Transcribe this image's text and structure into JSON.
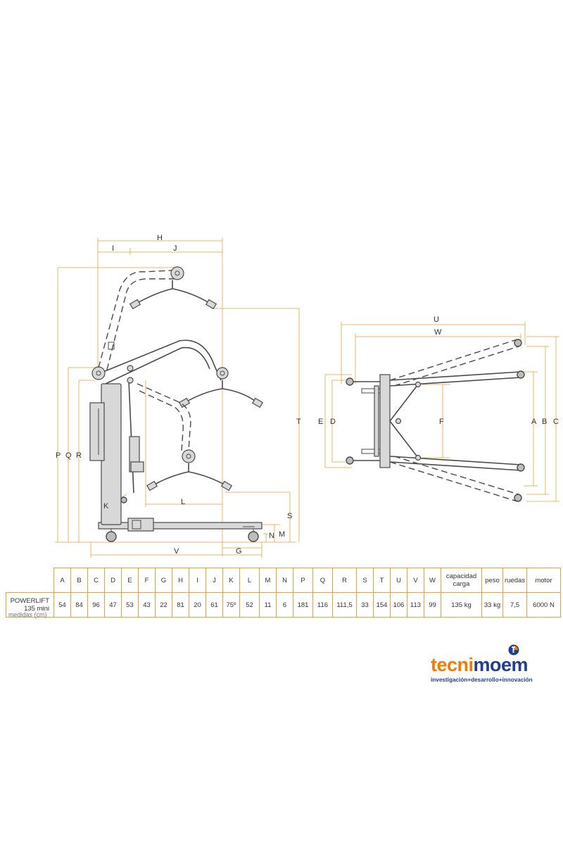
{
  "dimension_letters": {
    "A": "A",
    "B": "B",
    "C": "C",
    "D": "D",
    "E": "E",
    "F": "F",
    "G": "G",
    "H": "H",
    "I": "I",
    "J": "J",
    "K": "K",
    "L": "L",
    "M": "M",
    "N": "N",
    "P": "P",
    "Q": "Q",
    "R": "R",
    "S": "S",
    "T": "T",
    "U": "U",
    "V": "V",
    "W": "W"
  },
  "table": {
    "headers": [
      "A",
      "B",
      "C",
      "D",
      "E",
      "F",
      "G",
      "H",
      "I",
      "J",
      "K",
      "L",
      "M",
      "N",
      "P",
      "Q",
      "R",
      "S",
      "T",
      "U",
      "V",
      "W",
      "capacidad carga",
      "peso",
      "ruedas",
      "motor"
    ],
    "model": "POWERLIFT 135 mini",
    "values": [
      "54",
      "84",
      "96",
      "47",
      "53",
      "43",
      "22",
      "81",
      "20",
      "61",
      "75º",
      "52",
      "11",
      "6",
      "181",
      "116",
      "111,5",
      "33",
      "154",
      "106",
      "113",
      "99",
      "135 kg",
      "33 kg",
      "7,5",
      "6000 N"
    ]
  },
  "units_note": "medidas (cm)",
  "brand": {
    "name_part1": "tecni",
    "name_part2": "moem",
    "tagline": "investigación+desarrollo+innovación",
    "colors": {
      "orange": "#ef7d00",
      "blue": "#1f3f8f"
    }
  },
  "colors": {
    "dimension_lines": "#e8a238",
    "frame": "#4a4a4a"
  }
}
